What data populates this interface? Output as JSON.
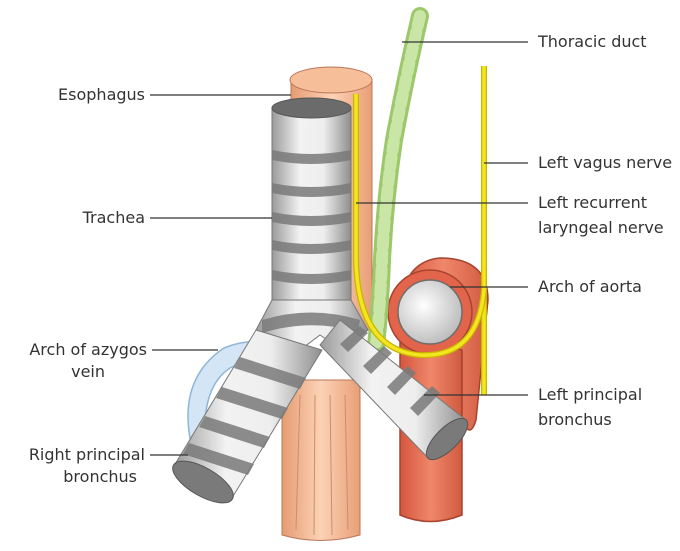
{
  "labels": {
    "esophagus": "Esophagus",
    "trachea": "Trachea",
    "azygos_line1": "Arch of azygos",
    "azygos_line2": "vein",
    "right_bronchus_line1": "Right principal",
    "right_bronchus_line2": "bronchus",
    "thoracic_duct": "Thoracic duct",
    "left_vagus": "Left vagus nerve",
    "left_recurrent_line1": "Left recurrent",
    "left_recurrent_line2": "laryngeal nerve",
    "aortic_arch": "Arch of aorta",
    "left_bronchus_line1": "Left principal",
    "left_bronchus_line2": "bronchus"
  },
  "colors": {
    "esophagus": "#f5b48a",
    "aorta": "#e8765a",
    "trachea_light": "#e3e3e3",
    "trachea_ring": "#8e8e8e",
    "nerve": "#f3e51f",
    "thoracic_duct": "#b9dd8e",
    "azygos": "#cfe3f6",
    "leader_line": "#333333",
    "text": "#333333"
  }
}
